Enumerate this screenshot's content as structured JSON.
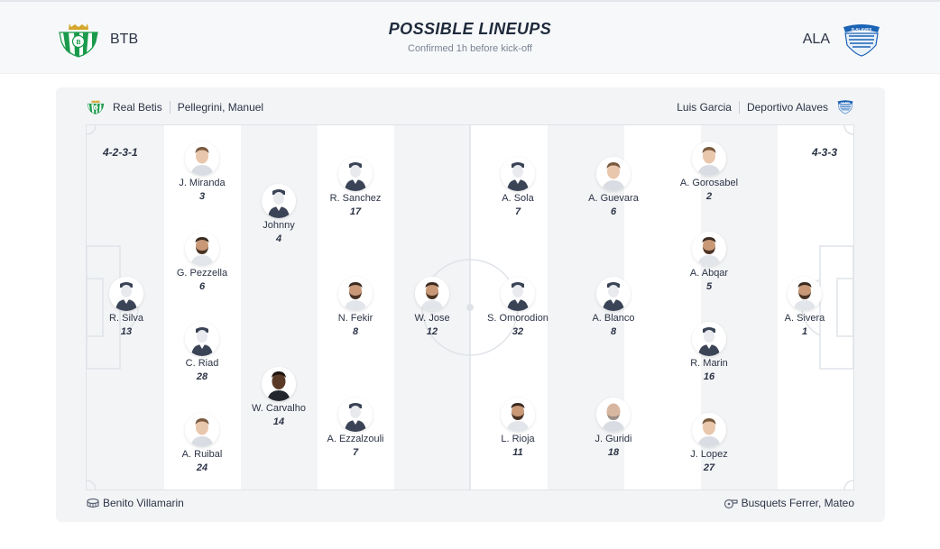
{
  "header": {
    "title": "POSSIBLE LINEUPS",
    "subtitle": "Confirmed 1h before kick-off",
    "home_abbr": "BTB",
    "away_abbr": "ALA",
    "home_crest_icon": "real-betis-crest-icon",
    "away_crest_icon": "deportivo-alaves-crest-icon"
  },
  "teams": {
    "home_name": "Real Betis",
    "home_coach": "Pellegrini, Manuel",
    "away_coach": "Luis Garcia",
    "away_name": "Deportivo Alaves"
  },
  "formations": {
    "home": "4-2-3-1",
    "away": "4-3-3"
  },
  "home_players": [
    {
      "name": "R. Silva",
      "number": "13"
    },
    {
      "name": "J. Miranda",
      "number": "3"
    },
    {
      "name": "G. Pezzella",
      "number": "6"
    },
    {
      "name": "C. Riad",
      "number": "28"
    },
    {
      "name": "A. Ruibal",
      "number": "24"
    },
    {
      "name": "Johnny",
      "number": "4"
    },
    {
      "name": "W. Carvalho",
      "number": "14"
    },
    {
      "name": "R. Sanchez",
      "number": "17"
    },
    {
      "name": "N. Fekir",
      "number": "8"
    },
    {
      "name": "A. Ezzalzouli",
      "number": "7"
    },
    {
      "name": "W. Jose",
      "number": "12"
    }
  ],
  "away_players": [
    {
      "name": "S. Omorodion",
      "number": "32"
    },
    {
      "name": "A. Sola",
      "number": "7"
    },
    {
      "name": "L. Rioja",
      "number": "11"
    },
    {
      "name": "A. Guevara",
      "number": "6"
    },
    {
      "name": "A. Blanco",
      "number": "8"
    },
    {
      "name": "J. Guridi",
      "number": "18"
    },
    {
      "name": "A. Gorosabel",
      "number": "2"
    },
    {
      "name": "A. Abqar",
      "number": "5"
    },
    {
      "name": "R. Marin",
      "number": "16"
    },
    {
      "name": "J. Lopez",
      "number": "27"
    },
    {
      "name": "A. Sivera",
      "number": "1"
    }
  ],
  "footer": {
    "stadium": "Benito Villamarin",
    "referee": "Busquets Ferrer, Mateo",
    "stadium_icon": "stadium-icon",
    "referee_icon": "whistle-icon"
  },
  "colors": {
    "betis_green": "#1a9a4b",
    "alaves_blue": "#1b63b5",
    "text": "#2b3345",
    "pitch_stripe": "#f3f4f6"
  }
}
